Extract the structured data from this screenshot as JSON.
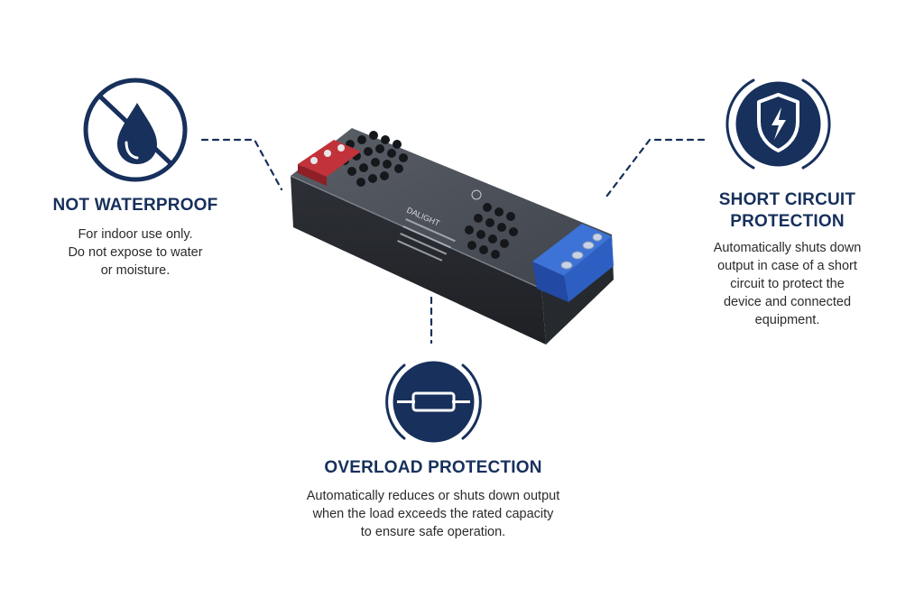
{
  "product": {
    "brand": "DALIGHT"
  },
  "features": {
    "waterproof": {
      "title": "NOT WATERPROOF",
      "desc": [
        "For indoor use only.",
        "Do not expose to water",
        "or moisture."
      ],
      "icon": "no-water-drop-icon"
    },
    "short_circuit": {
      "title": [
        "SHORT CIRCUIT",
        "PROTECTION"
      ],
      "desc": [
        "Automatically shuts down",
        "output in case of a short",
        "circuit to protect the",
        "device and connected",
        "equipment."
      ],
      "icon": "shield-lightning-icon"
    },
    "overload": {
      "title": "OVERLOAD PROTECTION",
      "desc": [
        "Automatically reduces or shuts down output",
        "when the load exceeds the rated capacity",
        "to ensure safe operation."
      ],
      "icon": "fuse-icon"
    }
  },
  "colors": {
    "navy": "#17305c",
    "terminal_blue": "#2d5fc2",
    "terminal_red": "#c2323a",
    "body_dark": "#3c4048",
    "text": "#2b2b2b"
  }
}
